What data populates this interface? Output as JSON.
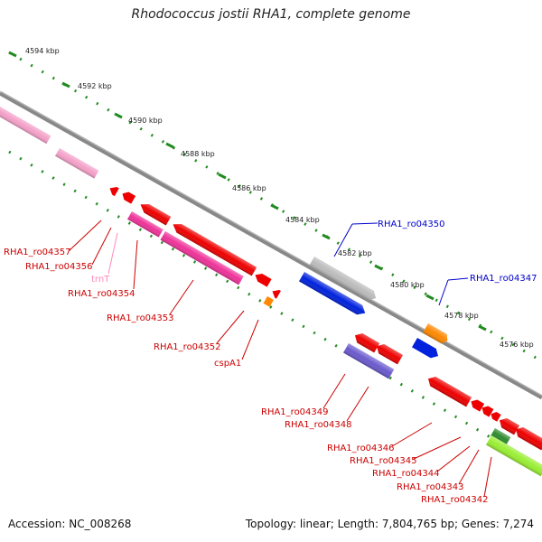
{
  "title": "Rhodococcus jostii RHA1, complete genome",
  "footer": {
    "accession": "Accession: NC_008268",
    "summary": "Topology: linear; Length: 7,804,765 bp; Genes: 7,274"
  },
  "ruler_ticks": [
    "4594 kbp",
    "4592 kbp",
    "4590 kbp",
    "4588 kbp",
    "4586 kbp",
    "4584 kbp",
    "4582 kbp",
    "4580 kbp",
    "4578 kbp",
    "4576 kbp"
  ],
  "gene_labels": {
    "forward": [
      "RHA1_ro04350",
      "RHA1_ro04347"
    ],
    "reverse": [
      "RHA1_ro04357",
      "RHA1_ro04356",
      "trnT",
      "RHA1_ro04354",
      "RHA1_ro04353",
      "RHA1_ro04352",
      "cspA1",
      "RHA1_ro04349",
      "RHA1_ro04348",
      "RHA1_ro04346",
      "RHA1_ro04345",
      "RHA1_ro04344",
      "RHA1_ro04343",
      "RHA1_ro04342"
    ]
  },
  "colors": {
    "backbone": "#888888",
    "ruler_dots": "#228b22",
    "gene_red": "#ee0000",
    "gene_pink": "#ee3399",
    "gene_light_pink": "#f4a0c8",
    "gene_blue": "#0022dd",
    "gene_gray": "#bbbbbb",
    "gene_orange": "#ff8800",
    "gene_purple": "#6a5acd",
    "gene_lime": "#99ee33",
    "label_red": "#cc0000",
    "label_blue": "#0000cc",
    "label_pink": "#ff88bb"
  }
}
